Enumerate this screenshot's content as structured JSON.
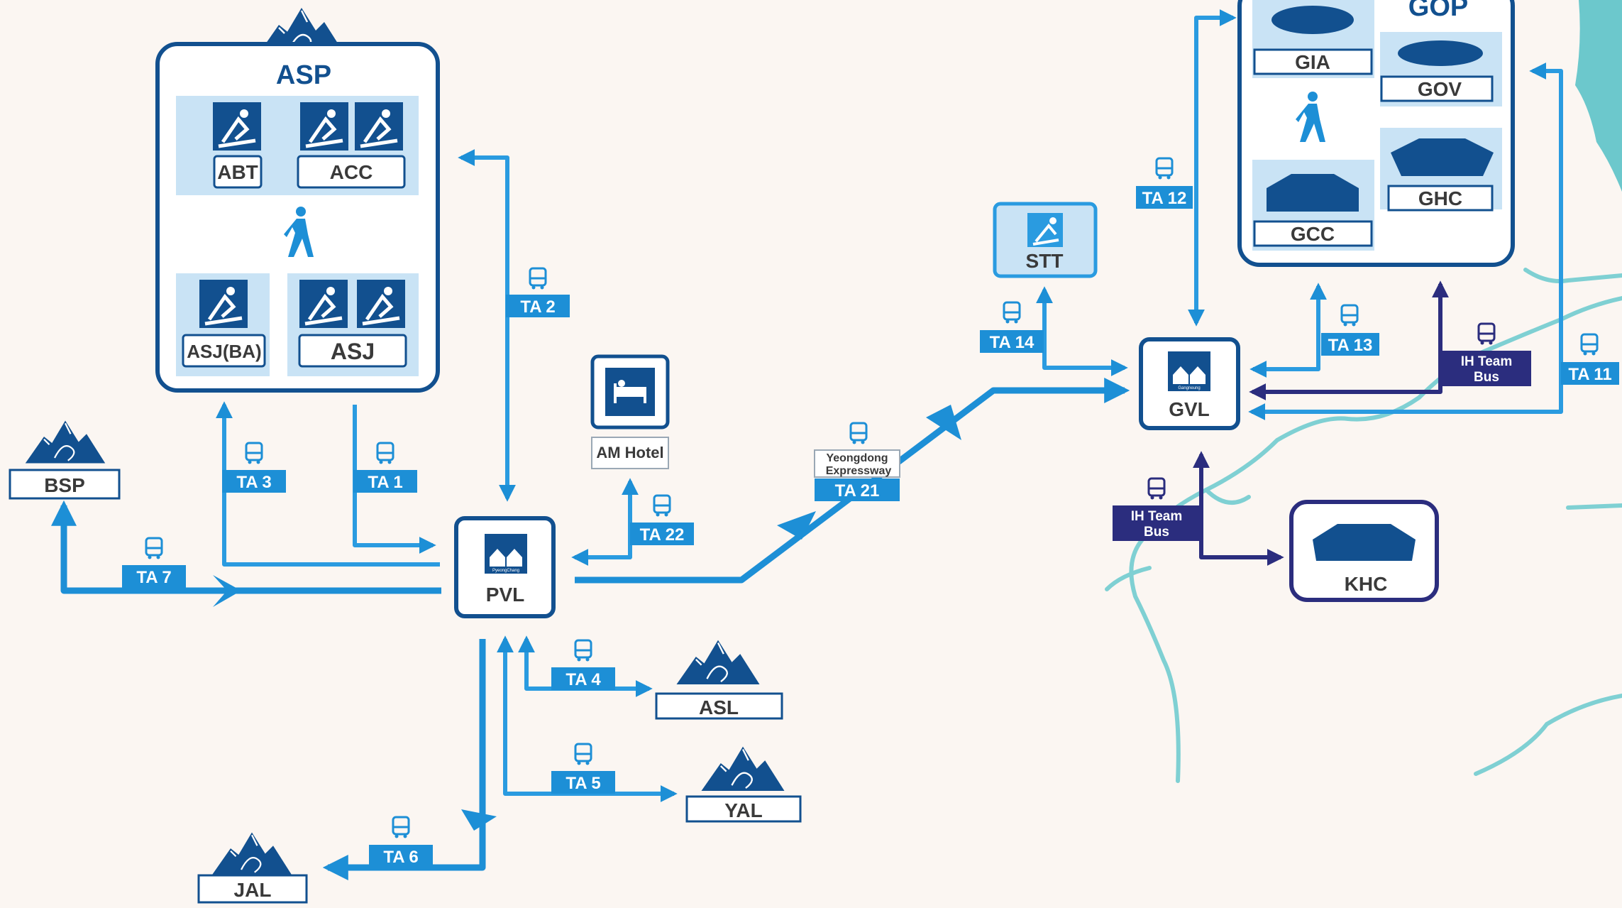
{
  "colors": {
    "background": "#fbf6f2",
    "route": "#1d8fd6",
    "route_light": "#2a9be0",
    "team_bus": "#2b2d7e",
    "venue_dark": "#12508f",
    "venue_fill": "#c9e3f5",
    "river": "#7fd0d3",
    "sea": "#6cc8cc"
  },
  "clusters": {
    "asp": "ASP",
    "gop": "GOP"
  },
  "venues": {
    "abt": "ABT",
    "acc": "ACC",
    "asj_ba": "ASJ(BA)",
    "asj": "ASJ",
    "bsp": "BSP",
    "pvl": "PVL",
    "am_hotel": "AM Hotel",
    "asl": "ASL",
    "yal": "YAL",
    "jal": "JAL",
    "stt": "STT",
    "gvl": "GVL",
    "gia": "GIA",
    "gov": "GOV",
    "gcc": "GCC",
    "ghc": "GHC",
    "khc": "KHC"
  },
  "village_marks": {
    "pvl": "PyeongChang",
    "gvl": "Gangneung"
  },
  "routes": {
    "ta1": "TA 1",
    "ta2": "TA 2",
    "ta3": "TA 3",
    "ta4": "TA 4",
    "ta5": "TA 5",
    "ta6": "TA 6",
    "ta7": "TA 7",
    "ta11": "TA 11",
    "ta12": "TA 12",
    "ta13": "TA 13",
    "ta14": "TA 14",
    "ta21": "TA 21",
    "ta22": "TA 22",
    "expressway_line1": "Yeongdong",
    "expressway_line2": "Expressway",
    "ih_bus_1a": "IH Team",
    "ih_bus_1b": "Bus",
    "ih_bus_2a": "IH Team",
    "ih_bus_2b": "Bus"
  },
  "icons": [
    "bus-icon",
    "walking-person-icon",
    "hotel-bed-icon",
    "mountain-icon",
    "arena-icon",
    "village-house-icon",
    "ski-pictogram-icon"
  ]
}
